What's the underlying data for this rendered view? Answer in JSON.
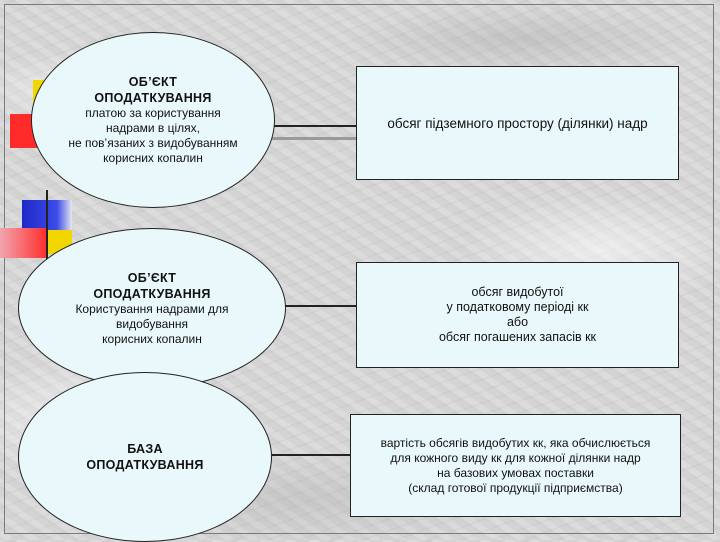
{
  "diagram": {
    "ellipses": [
      {
        "title_lines": [
          "ОБ’ЄКТ",
          "ОПОДАТКУВАННЯ"
        ],
        "sub_lines": [
          "платою за користування",
          "надрами в цілях,",
          "не пов’язаних з видобуванням",
          "корисних копалин"
        ]
      },
      {
        "title_lines": [
          "ОБ’ЄКТ",
          "ОПОДАТКУВАННЯ"
        ],
        "sub_lines": [
          "Користування  надрами для",
          "видобування",
          "корисних копалин"
        ]
      },
      {
        "title_lines": [
          "БАЗА",
          "ОПОДАТКУВАННЯ"
        ],
        "sub_lines": []
      }
    ],
    "boxes": [
      {
        "lines": [
          "обсяг підземного простору (ділянки) надр"
        ]
      },
      {
        "lines": [
          "обсяг видобутої",
          "у податковому періоді кк",
          "або",
          "обсяг погашених запасів кк"
        ]
      },
      {
        "lines": [
          "вартість обсягів видобутих  кк, яка обчислюється",
          "для кожного виду кк  для кожної ділянки надр",
          "на базових умовах поставки",
          "(склад готової продукції підприємства)"
        ]
      }
    ]
  },
  "colors": {
    "fill": "#e9f8fa",
    "red": "#ff2b2b",
    "yellow": "#f2d600",
    "blue": "#2b35d6",
    "pink": "#f6b0b8"
  }
}
